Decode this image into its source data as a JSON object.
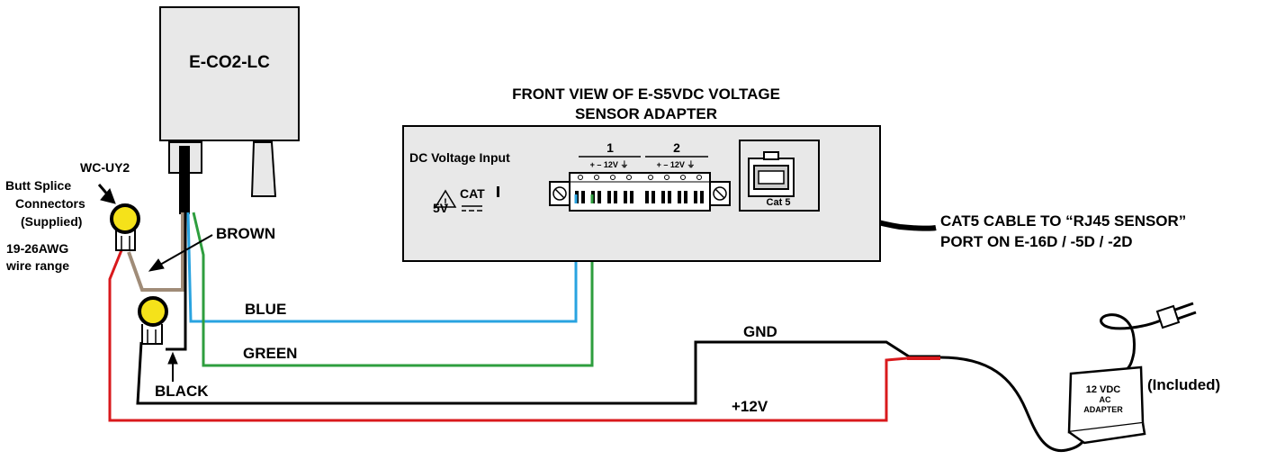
{
  "sensor": {
    "label": "E-CO2-LC"
  },
  "adapter": {
    "title_line1": "FRONT VIEW OF E-S5VDC VOLTAGE",
    "title_line2": "SENSOR ADAPTER",
    "input_label": "DC Voltage Input",
    "cat_label": "CAT",
    "voltage_label": "5V",
    "terminal_group1": "1",
    "terminal_group2": "2",
    "terminal_pins1": "+ – 12V ⏚",
    "terminal_pins2": "+ – 12V ⏚",
    "port_label": "Cat 5"
  },
  "connectors": {
    "part_no": "WC-UY2",
    "line1": "Butt Splice",
    "line2": "Connectors",
    "line3": "(Supplied)",
    "range1": "19-26AWG",
    "range2": "wire range"
  },
  "wires": {
    "brown": "BROWN",
    "blue": "BLUE",
    "green": "GREEN",
    "black": "BLACK",
    "gnd": "GND",
    "plus12": "+12V"
  },
  "cable": {
    "line1": "CAT5 CABLE TO “RJ45 SENSOR”",
    "line2": "PORT ON E-16D / -5D / -2D"
  },
  "power_adapter": {
    "line1": "12 VDC",
    "line2": "AC",
    "line3": "ADAPTER",
    "included": "(Included)"
  },
  "colors": {
    "brown_wire": "#a08c78",
    "blue_wire": "#29a3e0",
    "green_wire": "#2e9e3e",
    "red_wire": "#d9191c",
    "black_wire": "#000000",
    "connector_yellow": "#f5e21a",
    "box_gray": "#e8e8e8"
  }
}
